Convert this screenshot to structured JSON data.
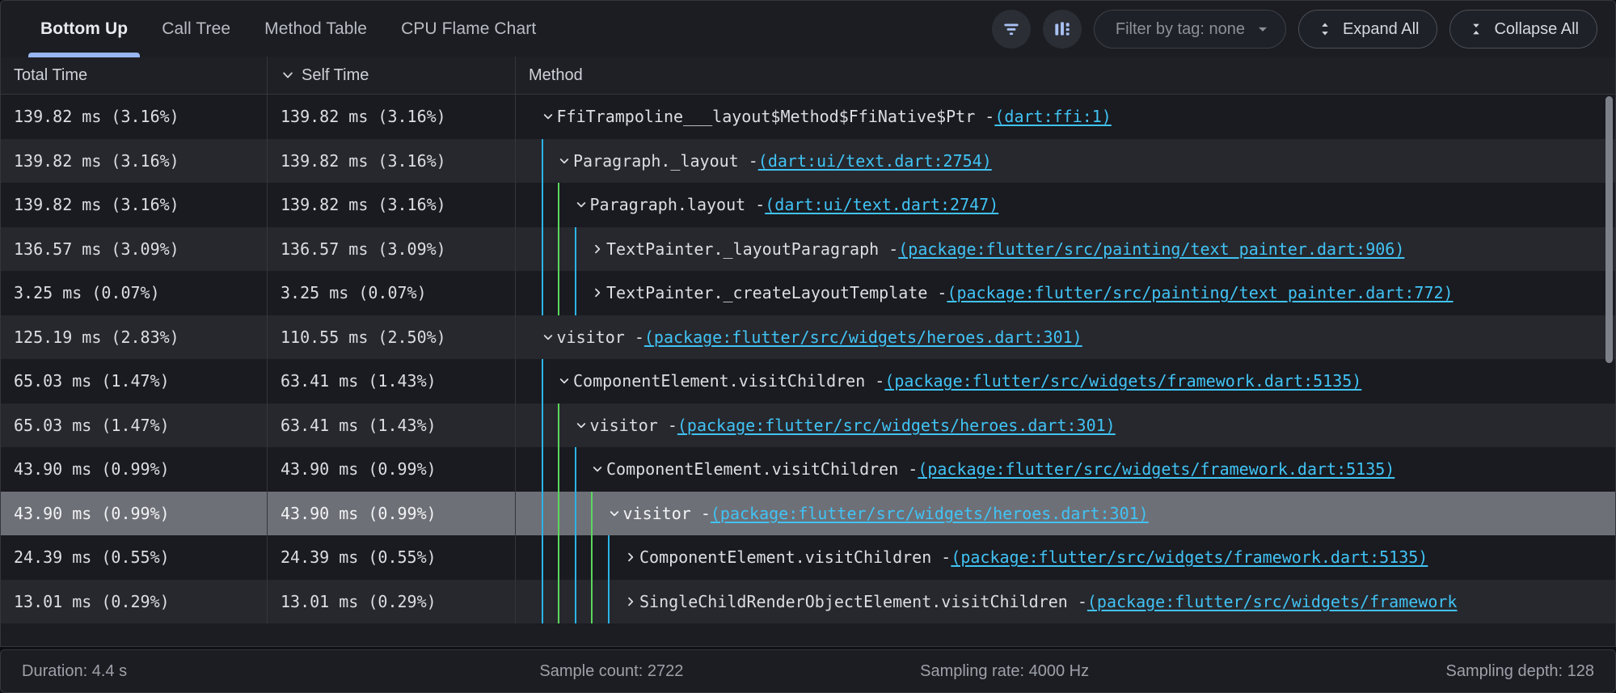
{
  "toolbar": {
    "tabs": [
      {
        "label": "Bottom Up",
        "active": true
      },
      {
        "label": "Call Tree",
        "active": false
      },
      {
        "label": "Method Table",
        "active": false
      },
      {
        "label": "CPU Flame Chart",
        "active": false
      }
    ],
    "filter_icon": "filter-icon",
    "chart_icon": "bar-chart-icon",
    "tag_filter_label": "Filter by tag: none",
    "tag_filter_caret": "chevron-down-icon",
    "expand_all_label": "Expand All",
    "expand_all_icon": "unfold-more-icon",
    "collapse_all_label": "Collapse All",
    "collapse_all_icon": "unfold-less-icon",
    "accent_color": "#98b6f0",
    "icon_color": "#a9c1f2"
  },
  "table": {
    "columns": [
      {
        "key": "total",
        "label": "Total Time",
        "sorted": false
      },
      {
        "key": "self",
        "label": "Self Time",
        "sorted": true,
        "sort_icon": "chevron-down-icon"
      },
      {
        "key": "method",
        "label": "Method",
        "sorted": false
      }
    ],
    "link_color": "#41c3f5",
    "guide_colors": [
      "#2bb3e8",
      "#5cd65c"
    ],
    "rows": [
      {
        "total": "139.82 ms (3.16%)",
        "self": "139.82 ms (3.16%)",
        "depth": 0,
        "guides": [],
        "caret": "expanded",
        "name": "FfiTrampoline___layout$Method$FfiNative$Ptr - ",
        "link": "(dart:ffi:1)",
        "selected": false,
        "zebra": "dark"
      },
      {
        "total": "139.82 ms (3.16%)",
        "self": "139.82 ms (3.16%)",
        "depth": 1,
        "guides": [
          "#2bb3e8"
        ],
        "caret": "expanded",
        "name": "Paragraph._layout - ",
        "link": "(dart:ui/text.dart:2754)",
        "selected": false,
        "zebra": "light"
      },
      {
        "total": "139.82 ms (3.16%)",
        "self": "139.82 ms (3.16%)",
        "depth": 2,
        "guides": [
          "#2bb3e8",
          "#5cd65c"
        ],
        "caret": "expanded",
        "name": "Paragraph.layout - ",
        "link": "(dart:ui/text.dart:2747)",
        "selected": false,
        "zebra": "dark"
      },
      {
        "total": "136.57 ms (3.09%)",
        "self": "136.57 ms (3.09%)",
        "depth": 3,
        "guides": [
          "#2bb3e8",
          "#5cd65c",
          "#2bb3e8"
        ],
        "caret": "collapsed",
        "name": "TextPainter._layoutParagraph - ",
        "link": "(package:flutter/src/painting/text_painter.dart:906)",
        "selected": false,
        "zebra": "light"
      },
      {
        "total": "3.25 ms (0.07%)",
        "self": "3.25 ms (0.07%)",
        "depth": 3,
        "guides": [
          "#2bb3e8",
          "#5cd65c",
          "#2bb3e8"
        ],
        "caret": "collapsed",
        "name": "TextPainter._createLayoutTemplate - ",
        "link": "(package:flutter/src/painting/text_painter.dart:772)",
        "selected": false,
        "zebra": "dark"
      },
      {
        "total": "125.19 ms (2.83%)",
        "self": "110.55 ms (2.50%)",
        "depth": 0,
        "guides": [],
        "caret": "expanded",
        "name": "visitor - ",
        "link": "(package:flutter/src/widgets/heroes.dart:301)",
        "selected": false,
        "zebra": "light"
      },
      {
        "total": "65.03 ms (1.47%)",
        "self": "63.41 ms (1.43%)",
        "depth": 1,
        "guides": [
          "#2bb3e8"
        ],
        "caret": "expanded",
        "name": "ComponentElement.visitChildren - ",
        "link": "(package:flutter/src/widgets/framework.dart:5135)",
        "selected": false,
        "zebra": "dark"
      },
      {
        "total": "65.03 ms (1.47%)",
        "self": "63.41 ms (1.43%)",
        "depth": 2,
        "guides": [
          "#2bb3e8",
          "#5cd65c"
        ],
        "caret": "expanded",
        "name": "visitor - ",
        "link": "(package:flutter/src/widgets/heroes.dart:301)",
        "selected": false,
        "zebra": "light"
      },
      {
        "total": "43.90 ms (0.99%)",
        "self": "43.90 ms (0.99%)",
        "depth": 3,
        "guides": [
          "#2bb3e8",
          "#5cd65c",
          "#2bb3e8"
        ],
        "caret": "expanded",
        "name": "ComponentElement.visitChildren - ",
        "link": "(package:flutter/src/widgets/framework.dart:5135)",
        "selected": false,
        "zebra": "dark"
      },
      {
        "total": "43.90 ms (0.99%)",
        "self": "43.90 ms (0.99%)",
        "depth": 4,
        "guides": [
          "#2bb3e8",
          "#5cd65c",
          "#2bb3e8",
          "#5cd65c"
        ],
        "caret": "expanded",
        "name": "visitor - ",
        "link": "(package:flutter/src/widgets/heroes.dart:301)",
        "selected": true,
        "zebra": "selected"
      },
      {
        "total": "24.39 ms (0.55%)",
        "self": "24.39 ms (0.55%)",
        "depth": 5,
        "guides": [
          "#2bb3e8",
          "#5cd65c",
          "#2bb3e8",
          "#5cd65c",
          "#2bb3e8"
        ],
        "caret": "collapsed",
        "name": "ComponentElement.visitChildren - ",
        "link": "(package:flutter/src/widgets/framework.dart:5135)",
        "selected": false,
        "zebra": "dark"
      },
      {
        "total": "13.01 ms (0.29%)",
        "self": "13.01 ms (0.29%)",
        "depth": 5,
        "guides": [
          "#2bb3e8",
          "#5cd65c",
          "#2bb3e8",
          "#5cd65c",
          "#2bb3e8"
        ],
        "caret": "collapsed",
        "name": "SingleChildRenderObjectElement.visitChildren - ",
        "link": "(package:flutter/src/widgets/framework",
        "selected": false,
        "zebra": "light"
      }
    ]
  },
  "footer": {
    "duration": "Duration: 4.4 s",
    "sample_count": "Sample count: 2722",
    "sampling_rate": "Sampling rate: 4000 Hz",
    "sampling_depth": "Sampling depth: 128"
  }
}
